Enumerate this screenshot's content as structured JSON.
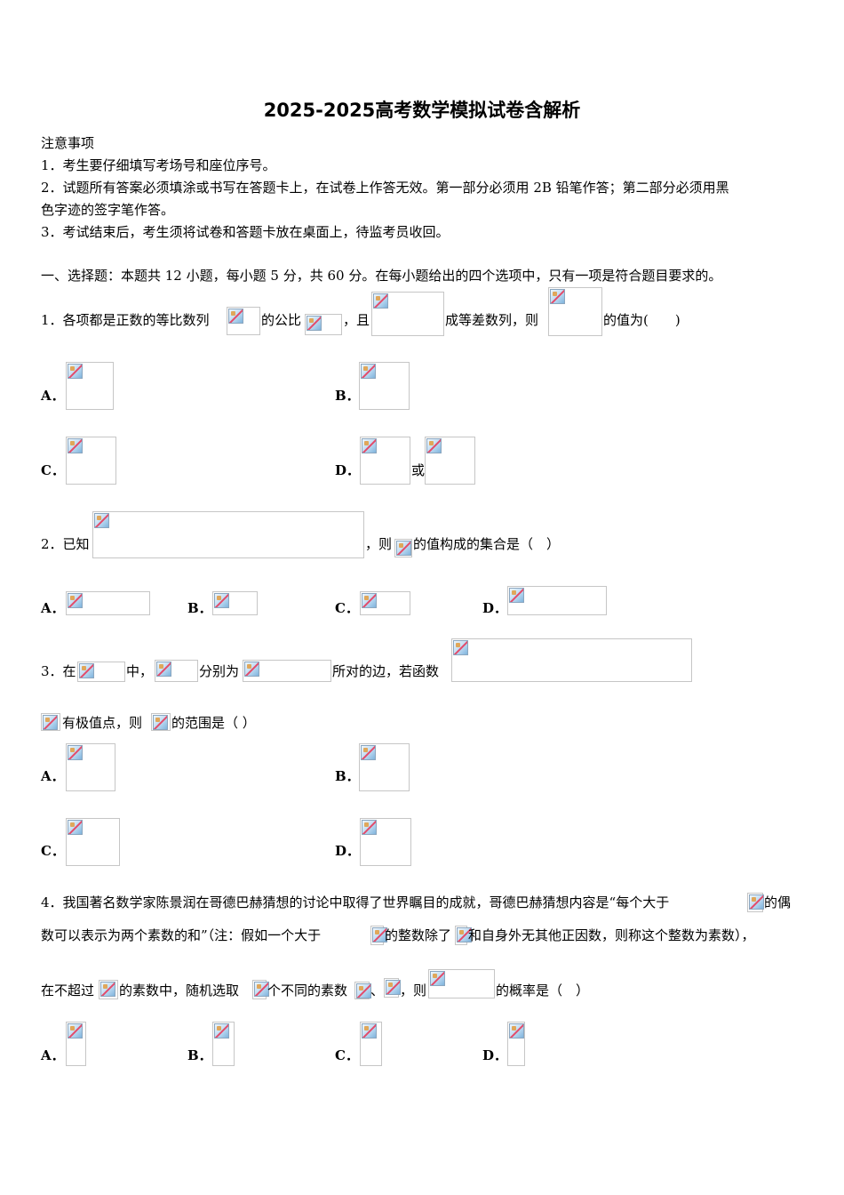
{
  "title": "2025-2025高考数学模拟试卷含解析",
  "notice": {
    "heading": "注意事项",
    "item1": "1．考生要仔细填写考场号和座位序号。",
    "item2a": "2．试题所有答案必须填涂或书写在答题卡上，在试卷上作答无效。第一部分必须用 2B 铅笔作答；第二部分必须用黑",
    "item2b": "色字迹的签字笔作答。",
    "item3": "3．考试结束后，考生须将试卷和答题卡放在桌面上，待监考员收回。"
  },
  "section": "一、选择题：本题共 12 小题，每小题 5 分，共 60 分。在每小题给出的四个选项中，只有一项是符合题目要求的。",
  "labels": {
    "A": "A．",
    "B": "B．",
    "C": "C．",
    "D": "D．"
  },
  "q1": {
    "p1": "1．各项都是正数的等比数列",
    "p2": "的公比",
    "p3": "，且",
    "p4": "成等差数列，则",
    "p5": "的值为(　　)",
    "or": "或"
  },
  "q2": {
    "p1": "2．已知",
    "p2": "，则",
    "p3": "的值构成的集合是（　）"
  },
  "q3": {
    "p1": "3．在",
    "p2": "中，",
    "p3": "分别为",
    "p4": "所对的边，若函数",
    "p5": "有极值点，则",
    "p6": " 的范围是（ ）"
  },
  "q4": {
    "l1a": "4．我国著名数学家陈景润在哥德巴赫猜想的讨论中取得了世界瞩目的成就，哥德巴赫猜想内容是“每个大于",
    "l1b": "的偶",
    "l2a": "数可以表示为两个素数的和”（注：假如一个大于",
    "l2b": "的整数除了",
    "l2c": "和自身外无其他正因数，则称这个整数为素数），",
    "l3a": "在不超过",
    "l3b": "的素数中，随机选取",
    "l3c": "个不同的素数",
    "l3d": "、",
    "l3e": "，则",
    "l3f": "的概率是（　）"
  }
}
